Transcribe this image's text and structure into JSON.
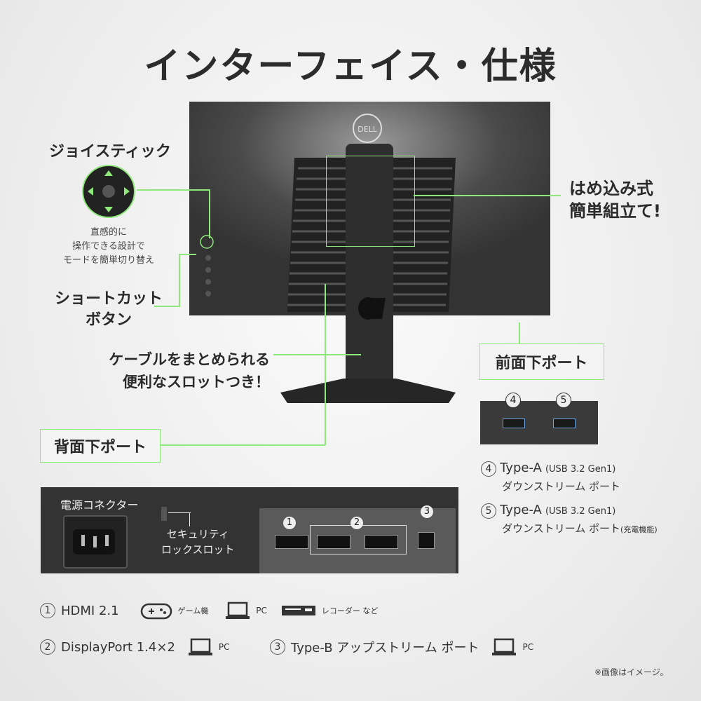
{
  "title": "インターフェイス・仕様",
  "brand": "DELL",
  "joystick": {
    "heading": "ジョイスティック",
    "desc1": "直感的に",
    "desc2": "操作できる設計で",
    "desc3": "モードを簡単切り替え"
  },
  "shortcut": {
    "line1": "ショートカット",
    "line2": "ボタン"
  },
  "cable": {
    "line1": "ケーブルをまとめられる",
    "line2": "便利なスロットつき！"
  },
  "assembly": {
    "line1": "はめ込み式",
    "line2": "簡単組立て!"
  },
  "front_port_label": "前面下ポート",
  "back_port_label": "背面下ポート",
  "front_ports": {
    "n4": "4",
    "n5": "5",
    "item4_num": "4",
    "item4_title": "Type-A",
    "item4_spec": "(USB 3.2 Gen1)",
    "item4_desc": "ダウンストリーム ポート",
    "item5_num": "5",
    "item5_title": "Type-A",
    "item5_spec": "(USB 3.2 Gen1)",
    "item5_desc": "ダウンストリーム ポート",
    "item5_note": "(充電機能)"
  },
  "back_panel": {
    "power": "電源コネクター",
    "security1": "セキュリティ",
    "security2": "ロックスロット",
    "n1": "1",
    "n2": "2",
    "n3": "3"
  },
  "specs": {
    "s1_num": "1",
    "s1_name": "HDMI 2.1",
    "s1_game": "ゲーム機",
    "s1_pc": "PC",
    "s1_rec": "レコーダー など",
    "s2_num": "2",
    "s2_name": "DisplayPort 1.4×2",
    "s2_pc": "PC",
    "s3_num": "3",
    "s3_name": "Type-B アップストリーム ポート",
    "s3_pc": "PC"
  },
  "note": "※画像はイメージ。",
  "colors": {
    "accent": "#8ee87a",
    "monitor": "#3a3a3a"
  }
}
